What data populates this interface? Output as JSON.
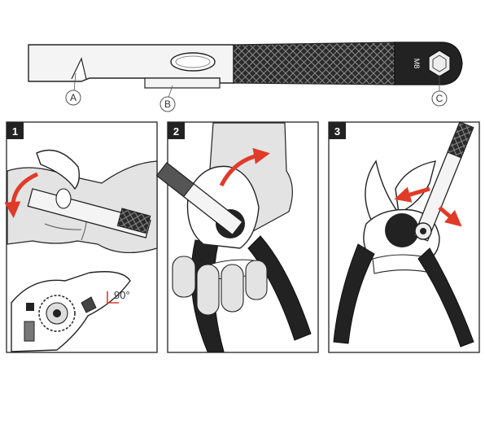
{
  "tool": {
    "callouts": [
      "A",
      "B",
      "C"
    ],
    "hex_label": "M8"
  },
  "panels": [
    {
      "number": "1",
      "angle_label": "90°"
    },
    {
      "number": "2"
    },
    {
      "number": "3"
    }
  ],
  "colors": {
    "arrow": "#e03a28",
    "ink": "#1a1a1a",
    "skin": "#e3e3e3",
    "frame": "#333333"
  }
}
